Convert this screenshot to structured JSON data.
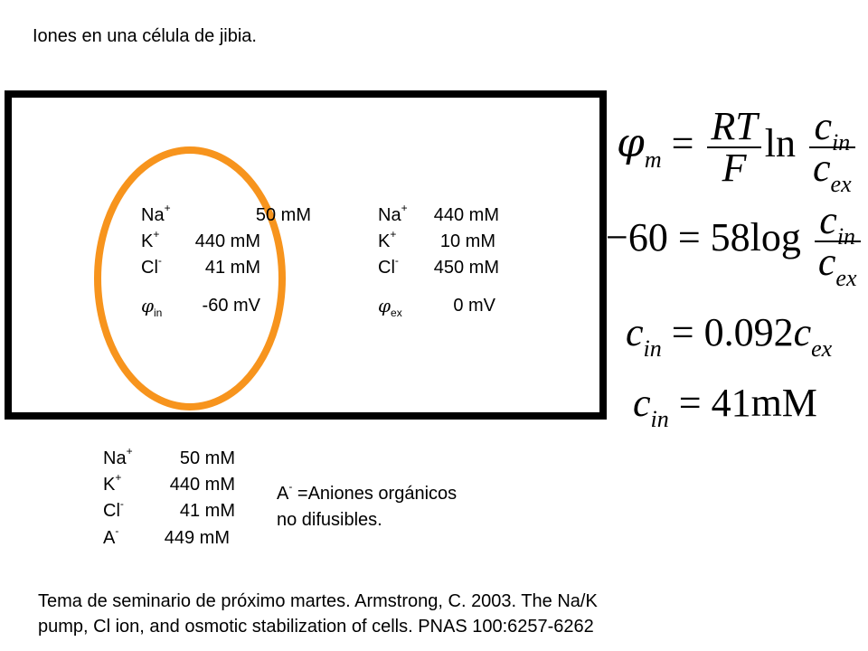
{
  "title": "Iones en una célula de jibia.",
  "colors": {
    "membrane": "#f7941d",
    "box": "#000000"
  },
  "inside": {
    "na": {
      "ion": "Na",
      "charge": "+",
      "value": "50 mM"
    },
    "k": {
      "ion": "K",
      "charge": "+",
      "value": "440 mM"
    },
    "cl": {
      "ion": "Cl",
      "charge": "-",
      "value": "41 mM"
    },
    "phi": {
      "symbol": "φ",
      "sub": "in",
      "value": "-60 mV"
    }
  },
  "outside": {
    "na": {
      "ion": "Na",
      "charge": "+",
      "value": "440 mM"
    },
    "k": {
      "ion": "K",
      "charge": "+",
      "value": "10 mM"
    },
    "cl": {
      "ion": "Cl",
      "charge": "-",
      "value": "450 mM"
    },
    "phi": {
      "symbol": "φ",
      "sub": "ex",
      "value": "0 mV"
    }
  },
  "equations": {
    "eq1": {
      "phi": "φ",
      "phi_sub": "m",
      "num": "RT",
      "den": "F",
      "ln": "ln",
      "c": "c",
      "in": "in",
      "ex": "ex"
    },
    "eq2": {
      "lhs": "−60 = 58",
      "log": "log",
      "c": "c",
      "in": "in",
      "ex": "ex"
    },
    "eq3": {
      "c": "c",
      "in": "in",
      "mid": " = 0.092",
      "c2": "c",
      "ex": "ex"
    },
    "eq4": {
      "c": "c",
      "in": "in",
      "rhs": " = 41mM"
    }
  },
  "bottom_list": {
    "na": {
      "ion": "Na",
      "charge": "+",
      "value": "50 mM"
    },
    "k": {
      "ion": "K",
      "charge": "+",
      "value": "440 mM"
    },
    "cl": {
      "ion": "Cl",
      "charge": "-",
      "value": "41 mM"
    },
    "a": {
      "ion": "A",
      "charge": "-",
      "value": "449 mM"
    }
  },
  "anion_note": {
    "ion": "A",
    "charge": "-",
    "line1": " =Aniones orgánicos",
    "line2": "no difusibles."
  },
  "footer": {
    "line1": "Tema de seminario de próximo martes. Armstrong, C. 2003. The Na/K",
    "line2": "pump, Cl ion, and osmotic stabilization of cells. PNAS 100:6257-6262"
  }
}
